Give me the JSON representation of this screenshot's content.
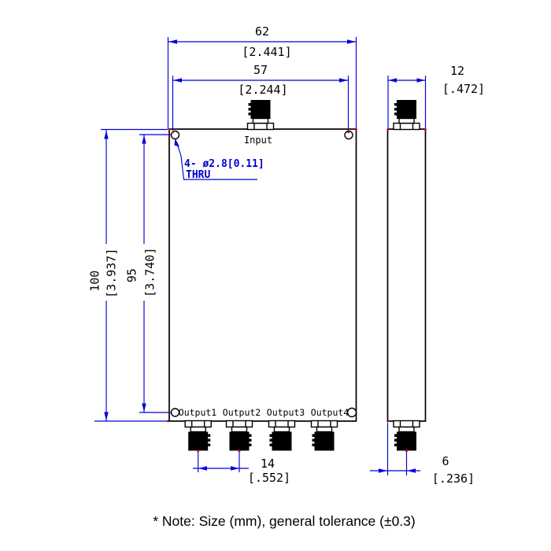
{
  "drawing": {
    "front_view": {
      "input_label": "Input",
      "output_labels": [
        "Output1",
        "Output2",
        "Output3",
        "Output4"
      ],
      "hole_callout": {
        "line1": "4- ø2.8[0.11]",
        "line2": "THRU"
      }
    },
    "dimensions": {
      "overall_width": {
        "mm": "62",
        "inch": "[2.441]"
      },
      "hole_span_width": {
        "mm": "57",
        "inch": "[2.244]"
      },
      "body_depth": {
        "mm": "12",
        "inch": "[.472]"
      },
      "overall_height": {
        "mm": "100",
        "inch": "[3.937]"
      },
      "hole_span_height": {
        "mm": "95",
        "inch": "[3.740]"
      },
      "output_pitch": {
        "mm": "14",
        "inch": "[.552]"
      },
      "connector_offset": {
        "mm": "6",
        "inch": "[.236]"
      }
    },
    "note": "* Note: Size (mm), general tolerance (±0.3)",
    "colors": {
      "outline": "#000000",
      "dimension": "#0000dd",
      "callout": "#0000cc",
      "marker": "#cc0000",
      "background": "#ffffff"
    }
  }
}
